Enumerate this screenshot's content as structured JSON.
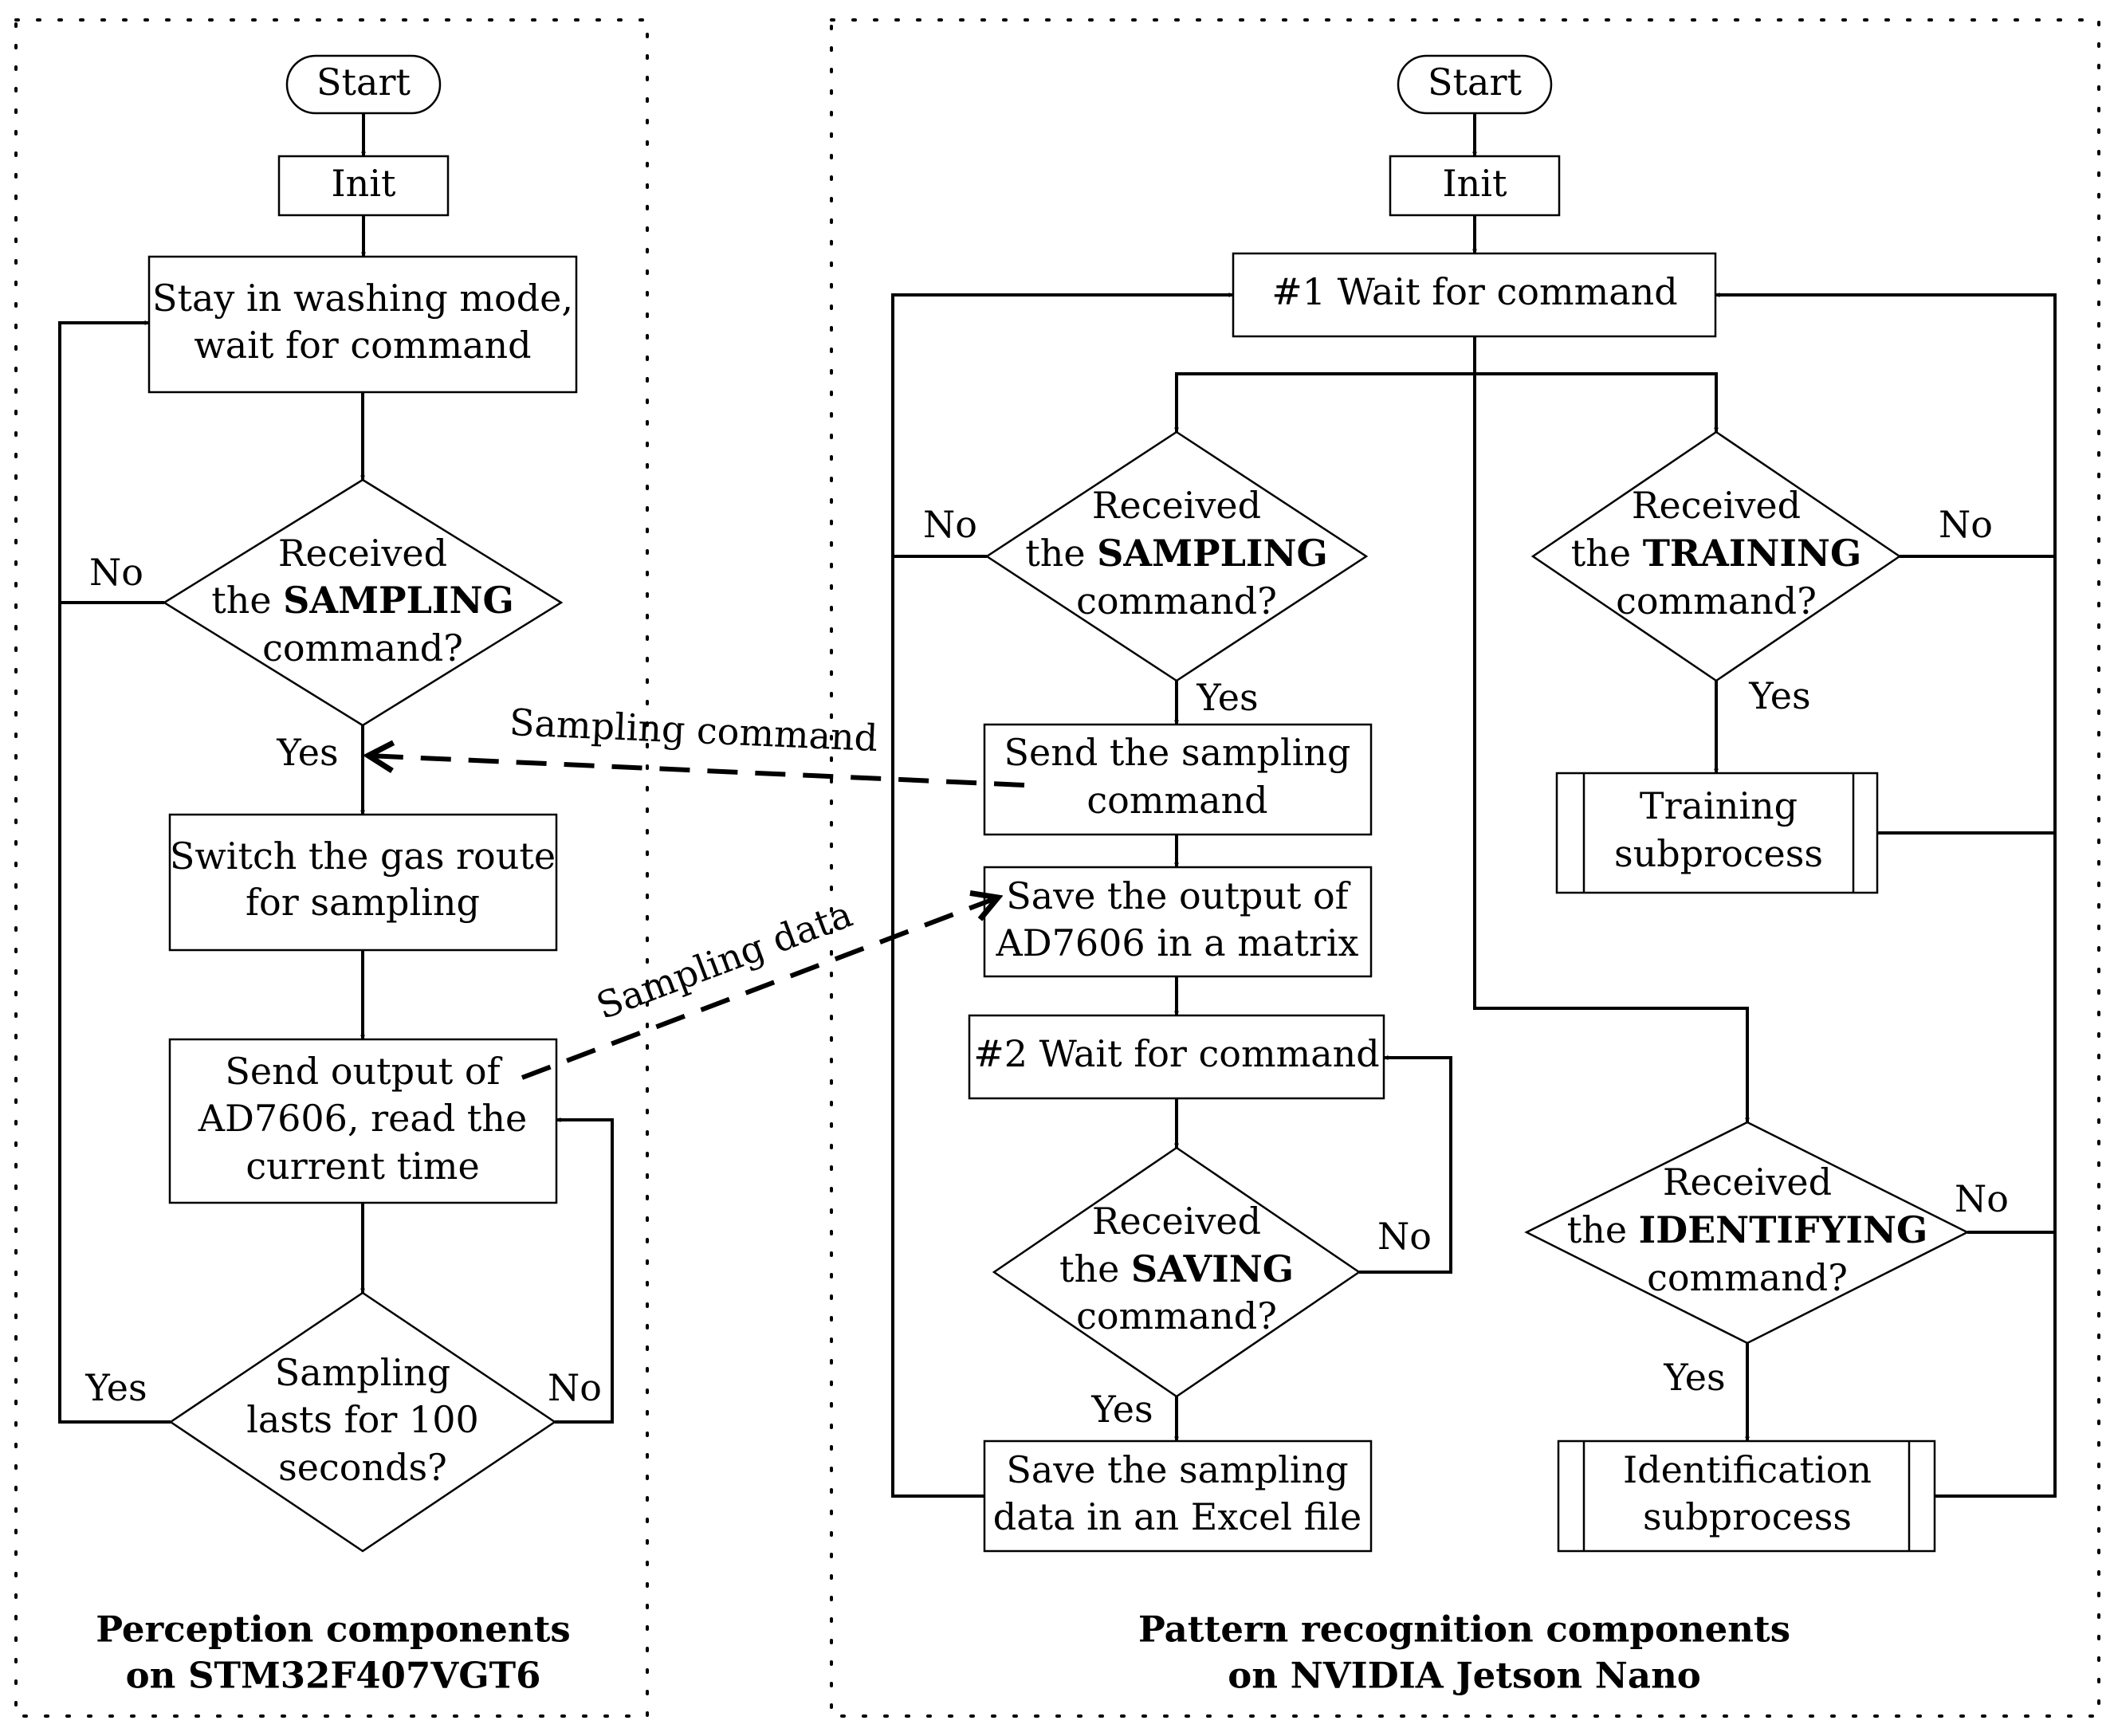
{
  "left_panel": {
    "title_line1": "Perception components",
    "title_line2": "on STM32F407VGT6",
    "start": "Start",
    "init": "Init",
    "wash": [
      "Stay in washing mode,",
      "wait for command"
    ],
    "decision_sampling": {
      "line1": "Received",
      "line2_pre": "the ",
      "line2_bold": "SAMPLING",
      "line3": "command?"
    },
    "no": "No",
    "yes": "Yes",
    "switch": [
      "Switch the gas route",
      "for sampling"
    ],
    "send_output": [
      "Send output of",
      "AD7606, read the",
      "current time"
    ],
    "decision_time": [
      "Sampling",
      "lasts for 100",
      "seconds?"
    ],
    "yes_loop": "Yes",
    "no_loop": "No"
  },
  "right_panel": {
    "title_line1": "Pattern recognition components",
    "title_line2": "on NVIDIA Jetson Nano",
    "start": "Start",
    "init": "Init",
    "wait1": "#1 Wait for command",
    "decision_sampling": {
      "line1": "Received",
      "line2_pre": "the ",
      "line2_bold": "SAMPLING",
      "line3": "command?"
    },
    "no_sampling": "No",
    "yes_sampling": "Yes",
    "send_cmd": [
      "Send the sampling",
      "command"
    ],
    "save_matrix": [
      "Save the output of",
      "AD7606 in a matrix"
    ],
    "wait2": "#2 Wait for command",
    "decision_saving": {
      "line1": "Received",
      "line2_pre": "the ",
      "line2_bold": "SAVING",
      "line3": "command?"
    },
    "no_saving": "No",
    "yes_saving": "Yes",
    "save_excel": [
      "Save the sampling",
      "data in an Excel file"
    ],
    "decision_training": {
      "line1": "Received",
      "line2_pre": "the ",
      "line2_bold": "TRAINING",
      "line3": "command?"
    },
    "no_training": "No",
    "yes_training": "Yes",
    "training_sub": [
      "Training",
      "subprocess"
    ],
    "decision_identifying": {
      "line1": "Received",
      "line2_pre": "the ",
      "line2_bold": "IDENTIFYING",
      "line3": "command?"
    },
    "no_identifying": "No",
    "yes_identifying": "Yes",
    "identification_sub": [
      "Identification",
      "subprocess"
    ]
  },
  "links": {
    "sampling_command": "Sampling command",
    "sampling_data": "Sampling data"
  }
}
